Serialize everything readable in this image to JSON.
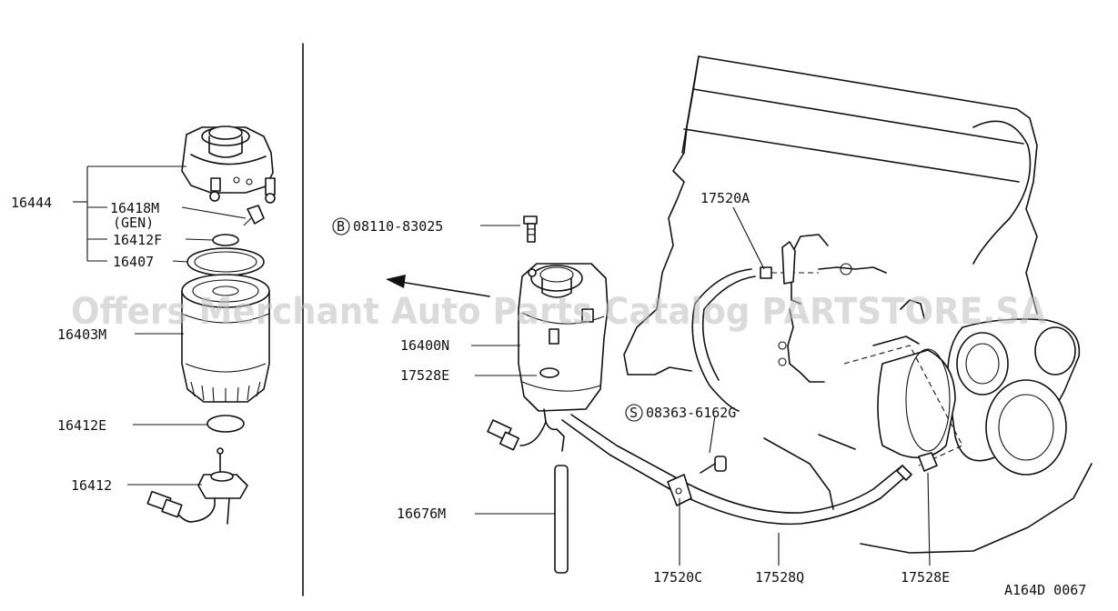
{
  "watermark": "Offers Merchant Auto Parts Catalog PARTSTORE.SA",
  "diagram_code": "A164D 0067",
  "callouts": {
    "p16444": "16444",
    "p16418M": "16418M",
    "gen": "(GEN)",
    "p16412F": "16412F",
    "p16407": "16407",
    "p16403M": "16403M",
    "p16412E": "16412E",
    "p16412": "16412",
    "bolt_prefix": "B",
    "bolt": "08110-83025",
    "p16400N": "16400N",
    "p17528E_a": "17528E",
    "p16676M": "16676M",
    "p17520A": "17520A",
    "screw_prefix": "S",
    "screw": "08363-6162G",
    "p17520C": "17520C",
    "p17528Q": "17528Q",
    "p17528E_b": "17528E"
  }
}
